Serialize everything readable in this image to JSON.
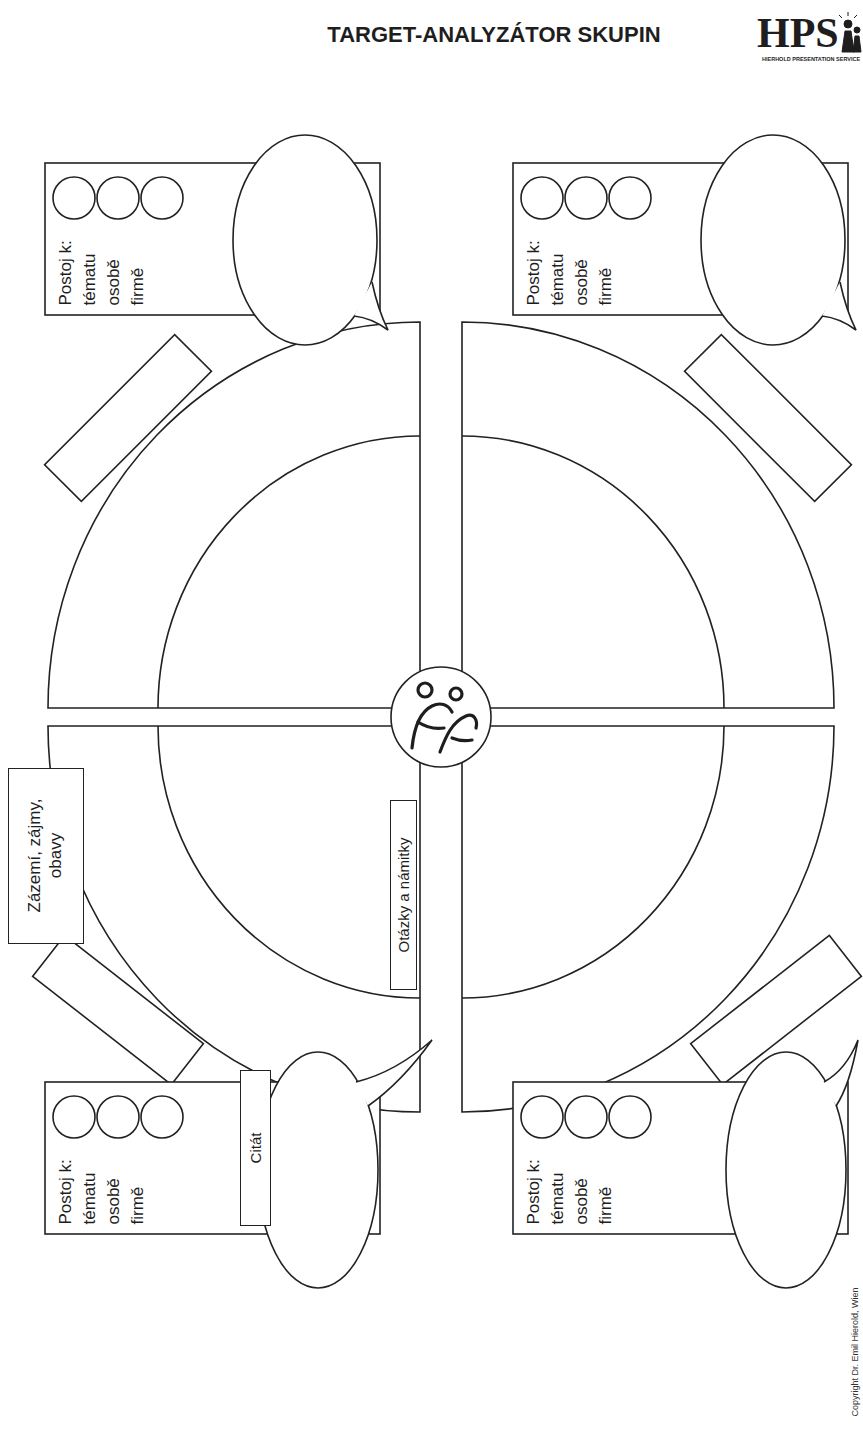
{
  "diagram": {
    "title": "TARGET-ANALYZÁTOR SKUPIN",
    "nodes": [
      {
        "text": [
          "Postoj k:",
          "tématu",
          "osobě",
          "firmě"
        ]
      },
      {
        "text": [
          "Postoj k:",
          "tématu",
          "osobě",
          "firmě"
        ]
      },
      {
        "text": [
          "Zázemí, zájmy, obavy"
        ]
      },
      {
        "text": [
          "Otázky a námitky"
        ]
      },
      {
        "text": [
          "Postoj k:",
          "tématu",
          "osobě",
          "firmě"
        ]
      },
      {
        "text": [
          "Citát"
        ]
      },
      {
        "text": [
          "Postoj k:",
          "tématu",
          "osobě",
          "firmě"
        ]
      }
    ],
    "labels": [
      "HPS",
      "HIERHOLD PRESENTATION SERVICE",
      "Copyright Dr. Emil Hierold, Wien"
    ]
  }
}
